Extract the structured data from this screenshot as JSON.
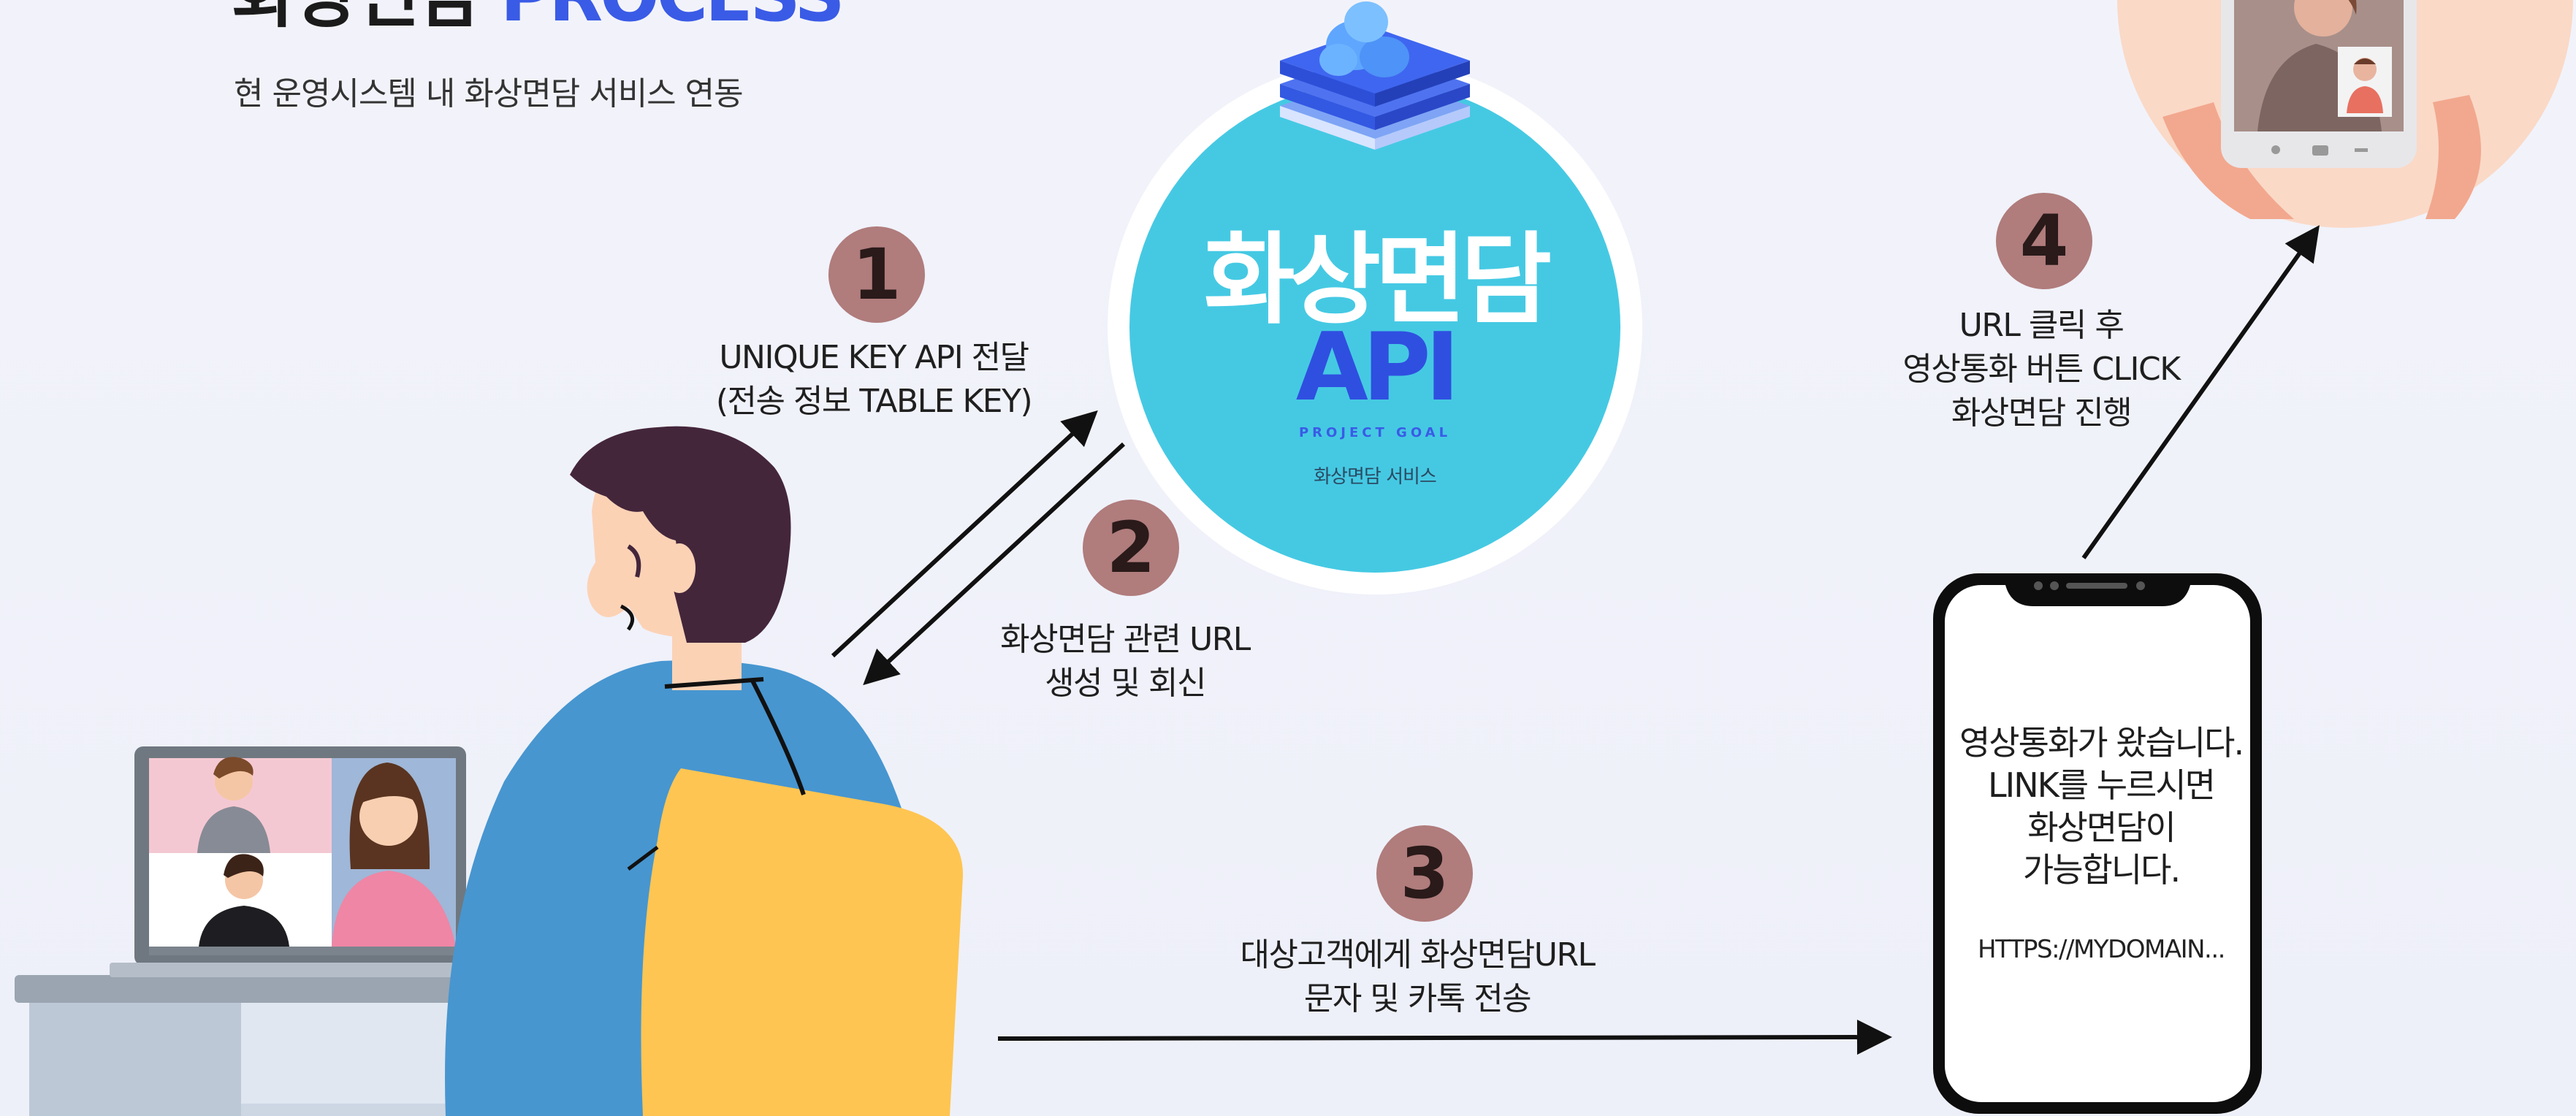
{
  "header": {
    "title_ko": "화상면담",
    "title_en": "PROCESS",
    "subtitle": "현 운영시스템 내 화상면담 서비스 연동"
  },
  "api_circle": {
    "title": "화상면담",
    "api_label": "API",
    "goal_label": "PROJECT GOAL",
    "goal_sub": "화상면담 서비스"
  },
  "steps": [
    {
      "number": "1",
      "lines": [
        "UNIQUE KEY API 전달",
        "(전송 정보 TABLE KEY)"
      ]
    },
    {
      "number": "2",
      "lines": [
        "화상면담 관련 URL",
        "생성 및 회신"
      ]
    },
    {
      "number": "3",
      "lines": [
        "대상고객에게 화상면담URL",
        "문자 및 카톡 전송"
      ]
    },
    {
      "number": "4",
      "lines": [
        "URL 클릭 후",
        "영상통화 버튼 CLICK",
        "화상면담 진행"
      ]
    }
  ],
  "phone": {
    "message_lines": [
      "영상통화가 왔습니다.",
      "LINK를 누르시면",
      "화상면담이",
      "가능합니다."
    ],
    "url": "HTTPS://MYDOMAIN..."
  },
  "colors": {
    "accent_blue": "#3a5be6",
    "api_circle": "#45c9e3",
    "badge": "#b07c7c",
    "shirt": "#4796d0",
    "chair": "#fec552",
    "hair": "#44263b",
    "skin": "#fcd2b5",
    "background": "#f0f2fa"
  }
}
